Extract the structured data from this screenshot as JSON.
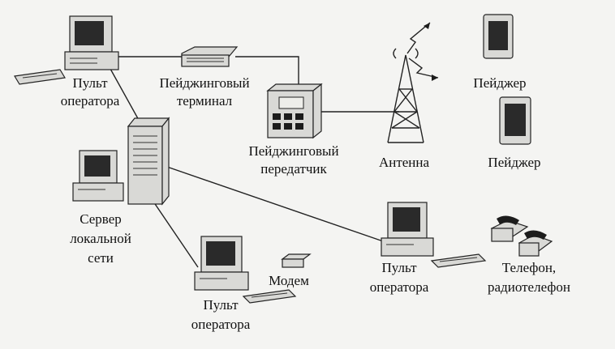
{
  "labels": {
    "operator_top_1": "Пульт",
    "operator_top_2": "оператора",
    "paging_terminal_1": "Пейджинговый",
    "paging_terminal_2": "терминал",
    "paging_transmitter_1": "Пейджинговый",
    "paging_transmitter_2": "передатчик",
    "antenna": "Антенна",
    "pager_1": "Пейджер",
    "pager_2": "Пейджер",
    "server_1": "Сервер",
    "server_2": "локальной",
    "server_3": "сети",
    "modem": "Модем",
    "operator_bottom_1": "Пульт",
    "operator_bottom_2": "оператора",
    "operator_right_1": "Пульт",
    "operator_right_2": "оператора",
    "phone_1": "Телефон,",
    "phone_2": "радиотелефон"
  },
  "colors": {
    "line": "#222222",
    "device_body": "#d9d9d6",
    "screen": "#2a2a2a",
    "background": "#f4f4f2"
  }
}
